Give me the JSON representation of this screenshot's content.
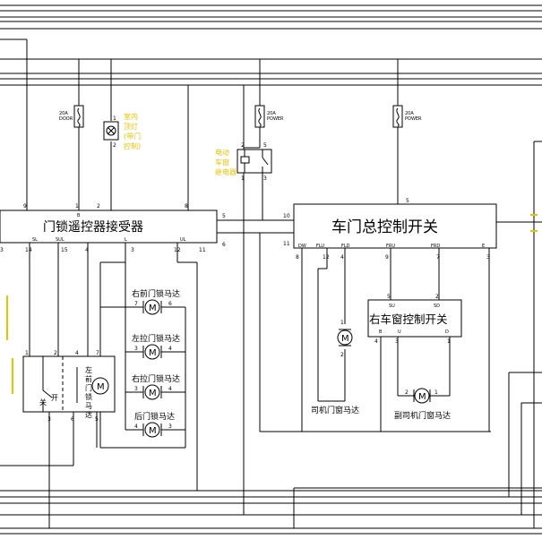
{
  "receiver": {
    "title": "门锁遥控器接受器",
    "top_pins": [
      "9",
      "1",
      "2",
      "8"
    ],
    "top_pin_b": "B",
    "right_pins": [
      "5",
      "6"
    ],
    "bottom_labels": [
      "SL",
      "SUL",
      "L",
      "UL"
    ],
    "bottom_pins": [
      "3",
      "14",
      "15",
      "4",
      "3",
      "12",
      "11"
    ]
  },
  "master_switch": {
    "title": "车门总控制开关",
    "left_pins": [
      "10",
      "11"
    ],
    "top_pin": "5",
    "bottom_labels": [
      "DW",
      "FLU",
      "FLD",
      "FRU",
      "FRD",
      "E"
    ],
    "bottom_pins": [
      "8",
      "12",
      "4",
      "9",
      "7",
      "3"
    ]
  },
  "right_window_switch": {
    "title": "右车窗控制开关",
    "top_labels": [
      "SU",
      "SD"
    ],
    "top_pins": [
      "5",
      "2"
    ],
    "bottom_labels": [
      "B",
      "U",
      "D"
    ],
    "bottom_pins": [
      "4",
      "3",
      "1"
    ]
  },
  "fuses": [
    {
      "rating": "20A",
      "name": "DOOR"
    },
    {
      "rating": "20A",
      "name": "POWER"
    },
    {
      "rating": "20A",
      "name": "POWER"
    }
  ],
  "motors": {
    "m_label": "M",
    "right_front_lock": "右前门锁马达",
    "left_rear_lock": "左拉门锁马达",
    "right_rear_slide": "右拉门锁马达",
    "rear_lock": "后门锁马达",
    "driver_window": "司机门窗马达",
    "passenger_window": "副司机门窗马达",
    "left_front_lock_v": [
      "左",
      "前",
      "门",
      "锁",
      "马",
      "达"
    ]
  },
  "lock_switch": {
    "close_label": "关",
    "open_label": "开",
    "pins": [
      "1",
      "2",
      "3",
      "4",
      "5",
      "6",
      "7"
    ]
  },
  "yellow_labels": {
    "lamp": [
      "室内",
      "顶灯",
      "(带门",
      "控制)"
    ],
    "relay": [
      "电动",
      "车窗",
      "继电器"
    ]
  }
}
